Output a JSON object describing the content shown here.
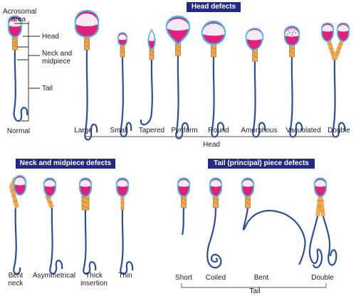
{
  "normal": {
    "acrosomal_area": "Acrosomal area",
    "head": "Head",
    "neck_midpiece": "Neck and midpiece",
    "tail": "Tail",
    "label": "Normal"
  },
  "head_defects": {
    "title": "Head defects",
    "items": [
      "Large",
      "Small",
      "Tapered",
      "Pyriform",
      "Round",
      "Amorphous",
      "Vacuolated",
      "Double"
    ],
    "group_label": "Head"
  },
  "neck_defects": {
    "title": "Neck and midpiece defects",
    "items": [
      "Bent neck",
      "Asymmetrical",
      "Thick insertion",
      "Thin"
    ]
  },
  "tail_defects": {
    "title": "Tail (principal) piece defects",
    "items": [
      "Short",
      "Coiled",
      "Bent",
      "Double"
    ],
    "group_label": "Tail"
  },
  "colors": {
    "acrosome": "#f7eaf3",
    "nucleus": "#e0207a",
    "outline": "#4ab6e6",
    "midpiece": "#f0a850",
    "tail": "#2a4f9e",
    "banner": "#232a86"
  }
}
